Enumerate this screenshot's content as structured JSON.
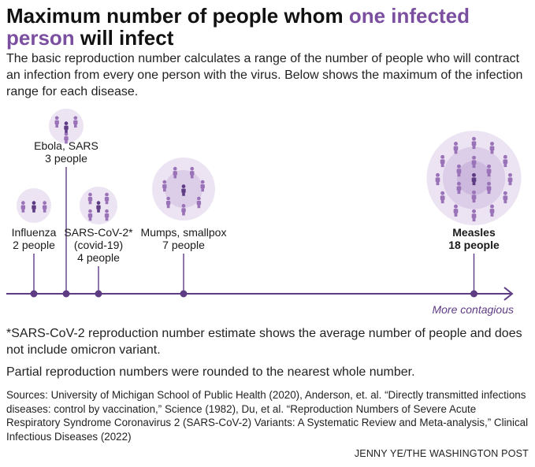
{
  "header": {
    "title_part1": "Maximum number of people whom ",
    "title_highlight": "one infected person",
    "title_part2": " will infect",
    "subtitle": "The basic reproduction number calculates a range of the number of people who will contract an infection from every one person with the virus. Below shows the maximum of the infection range for each disease."
  },
  "chart_data": {
    "type": "scatter",
    "categories": [
      "Influenza",
      "Ebola, SARS",
      "SARS-CoV-2* (covid-19)",
      "Mumps, smallpox",
      "Measles"
    ],
    "values": [
      2,
      3,
      4,
      7,
      18
    ],
    "labels": [
      {
        "name": [
          "Influenza"
        ],
        "value_text": "2 people",
        "bold": false
      },
      {
        "name": [
          "Ebola, SARS"
        ],
        "value_text": "3 people",
        "bold": false
      },
      {
        "name": [
          "SARS-CoV-2*",
          "(covid-19)"
        ],
        "value_text": "4 people",
        "bold": false
      },
      {
        "name": [
          "Mumps, smallpox"
        ],
        "value_text": "7 people",
        "bold": false
      },
      {
        "name": [
          "Measles"
        ],
        "value_text": "18 people",
        "bold": true
      }
    ],
    "axis_note": "More contagious",
    "colors": {
      "dot": "#5e3c84",
      "halo_outer": "#ece4f2",
      "halo_inner": "#dccde8",
      "person": "#9a72b8",
      "center_person": "#5e3c84"
    }
  },
  "notes": {
    "footnote": "*SARS-CoV-2 reproduction number estimate shows the average number of people and does not include omicron variant.",
    "rounding": "Partial reproduction numbers were rounded to the nearest whole number.",
    "sources": "Sources: University of Michigan School of Public Health (2020), Anderson, et. al. “Directly transmitted infections diseases: control by vaccination,” Science (1982), Du, et al. “Reproduction Numbers of Severe Acute Respiratory Syndrome Coronavirus 2 (SARS-CoV-2) Variants: A Systematic Review and Meta-analysis,” Clinical Infectious Diseases (2022)",
    "credit": "JENNY YE/THE WASHINGTON POST"
  }
}
